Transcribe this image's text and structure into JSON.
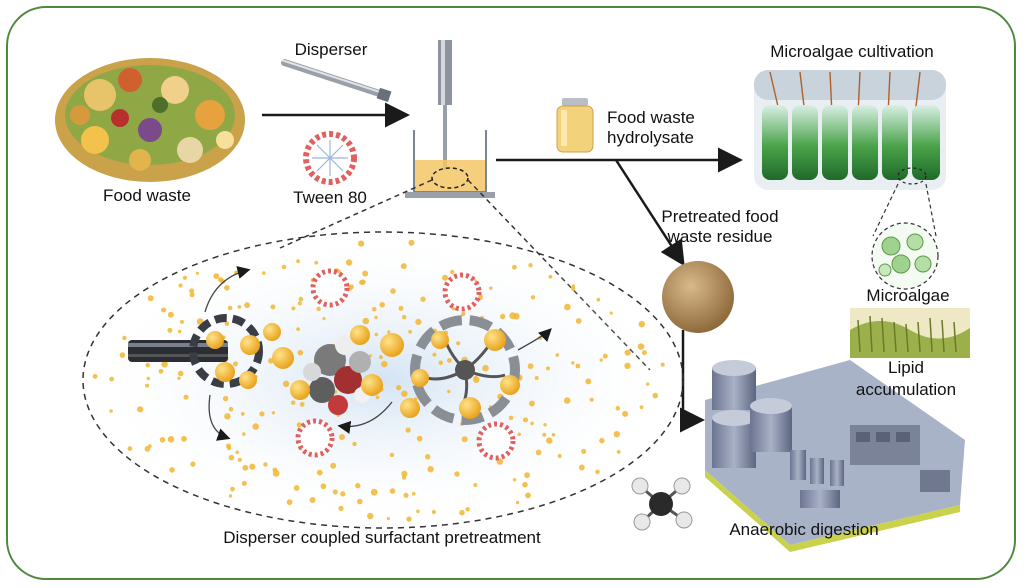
{
  "labels": {
    "food_waste": "Food waste",
    "disperser": "Disperser",
    "tween80": "Tween 80",
    "hydrolysate_line1": "Food waste",
    "hydrolysate_line2": "hydrolysate",
    "microalgae_cultivation": "Microalgae cultivation",
    "residue_line1": "Pretreated food",
    "residue_line2": "waste residue",
    "microalgae": "Microalgae",
    "lipid_line1": "Lipid",
    "lipid_line2": "accumulation",
    "pretreatment": "Disperser coupled surfactant pretreatment",
    "anaerobic": "Anaerobic digestion"
  },
  "colors": {
    "frame": "#4e8a3e",
    "arrow": "#1a1a1a",
    "particle": "#f2b632",
    "micelle_head": "#e06060",
    "algae_green": "#3f9a3a",
    "residue": "#b08a5a",
    "plant": "#8a94ad"
  },
  "icons": [
    "food-waste-photo",
    "disperser-probe-icon",
    "micelle-icon",
    "beaker-icon",
    "hydrolysate-jar-icon",
    "bioreactor-photo",
    "microalgae-cell-icon",
    "lipid-photo",
    "residue-pile-icon",
    "digestion-plant-icon",
    "methane-molecule-icon"
  ]
}
